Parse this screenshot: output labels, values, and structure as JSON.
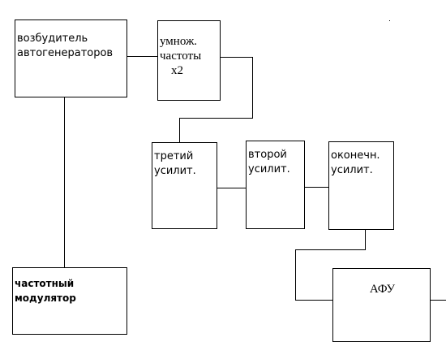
{
  "blocks": {
    "exciter": {
      "lines": [
        "возбудитель",
        "автогенераторов"
      ]
    },
    "multiplier": {
      "lines": [
        "умнож.",
        "частоты",
        "х2"
      ]
    },
    "third_amp": {
      "lines": [
        "третий",
        "усилит."
      ]
    },
    "second_amp": {
      "lines": [
        "второй",
        "усилит."
      ]
    },
    "final_amp": {
      "lines": [
        "оконечн.",
        "усилит."
      ]
    },
    "modulator": {
      "lines": [
        "частотный",
        "модулятор"
      ]
    },
    "antenna": {
      "label": "АФУ"
    }
  },
  "colors": {
    "stroke": "#000000",
    "background": "#ffffff"
  }
}
